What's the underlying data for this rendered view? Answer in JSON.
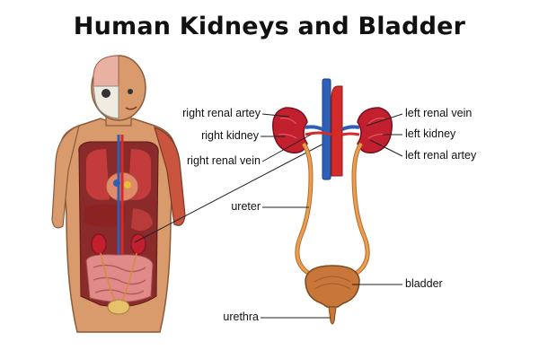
{
  "title": "Human Kidneys and Bladder",
  "labels": {
    "right_renal_artery": "right renal artey",
    "right_kidney": "right kidney",
    "right_renal_vein": "right renal vein",
    "ureter": "ureter",
    "urethra": "urethra",
    "left_renal_vein": "left renal vein",
    "left_kidney": "left kidney",
    "left_renal_artery": "left renal artey",
    "bladder": "bladder"
  },
  "colors": {
    "kidney": "#c2202e",
    "aorta": "#d42a2a",
    "vena_cava": "#2f5fb5",
    "ureter": "#d98a3a",
    "bladder": "#c9763a",
    "skin": "#d99a6c"
  }
}
